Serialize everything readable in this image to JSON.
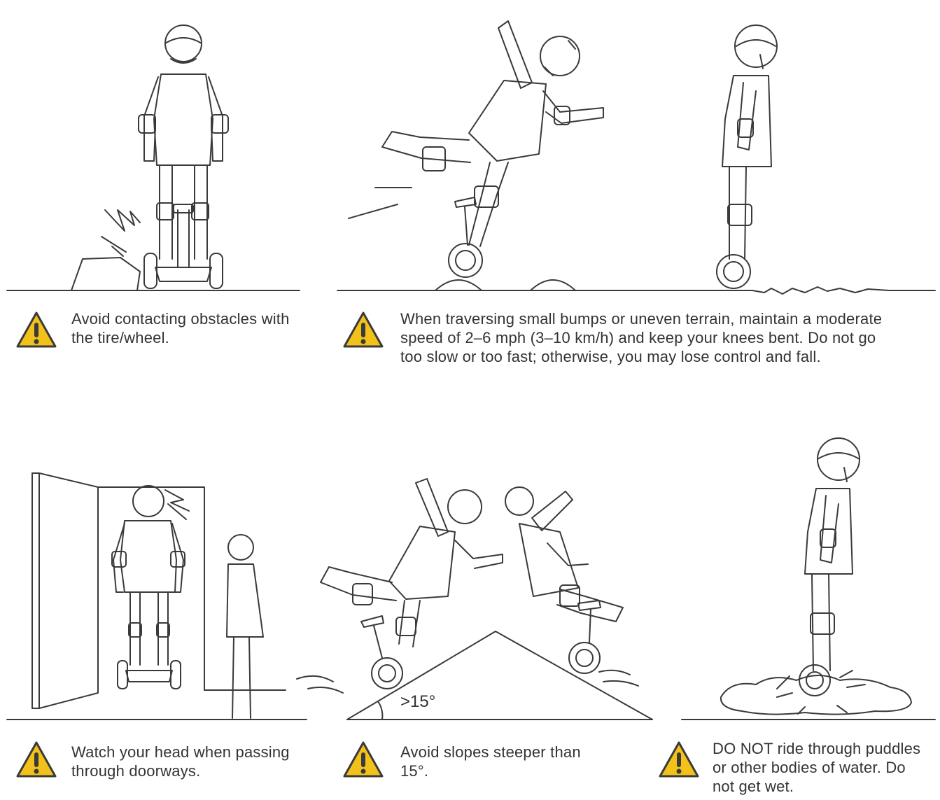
{
  "warnings": [
    {
      "text": "Avoid contacting obstacles with the tire/wheel."
    },
    {
      "text": "When traversing small bumps or uneven terrain, maintain a moderate speed of 2–6 mph (3–10 km/h) and keep your knees bent. Do not go too slow or too fast; otherwise, you may lose control and fall."
    },
    {
      "text": "Watch your head when passing through doorways."
    },
    {
      "text": "Avoid slopes steeper than 15°."
    },
    {
      "text": "DO NOT ride through puddles or other bodies of water. Do not get wet."
    }
  ],
  "slope_label": ">15°",
  "icon_names": [
    "warning-triangle-icon"
  ],
  "colors": {
    "warning_fill": "#F2C21B",
    "warning_stroke": "#3a3a3a",
    "line_art": "#3a3a3a",
    "text": "#333333"
  }
}
